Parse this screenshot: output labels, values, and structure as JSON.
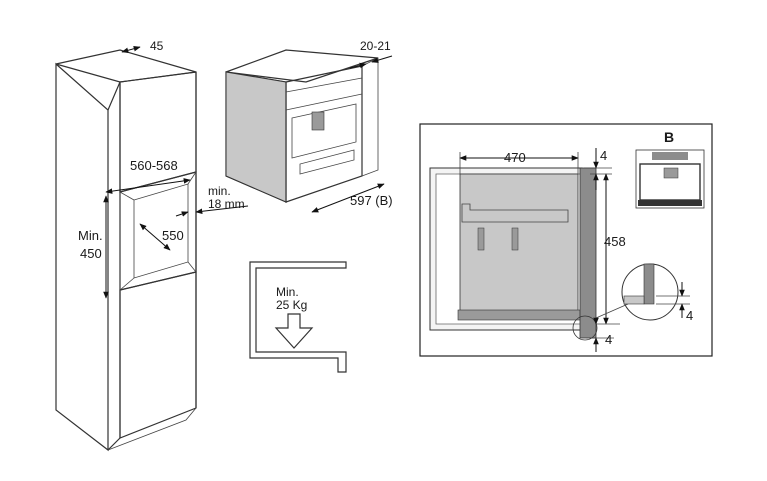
{
  "cabinet": {
    "depth_label": "45",
    "opening_width_label": "560-568",
    "opening_height_label_1": "Min.",
    "opening_height_label_2": "450",
    "inner_depth_label": "550",
    "gap_label_1": "min.",
    "gap_label_2": "18 mm"
  },
  "appliance": {
    "panel_thickness_label": "20-21",
    "width_label": "597 (B)"
  },
  "shelf": {
    "load_label_1": "Min.",
    "load_label_2": "25 Kg"
  },
  "detail": {
    "width_label": "470",
    "top_gap_label": "4",
    "height_label": "458",
    "side_gap_label": "4",
    "bottom_gap_label": "4",
    "inset_label": "B"
  },
  "colors": {
    "line": "#333333",
    "panel_fill": "#c8c8c8",
    "panel_dark": "#9a9a9a",
    "detail_bg": "#f4f4f4"
  }
}
